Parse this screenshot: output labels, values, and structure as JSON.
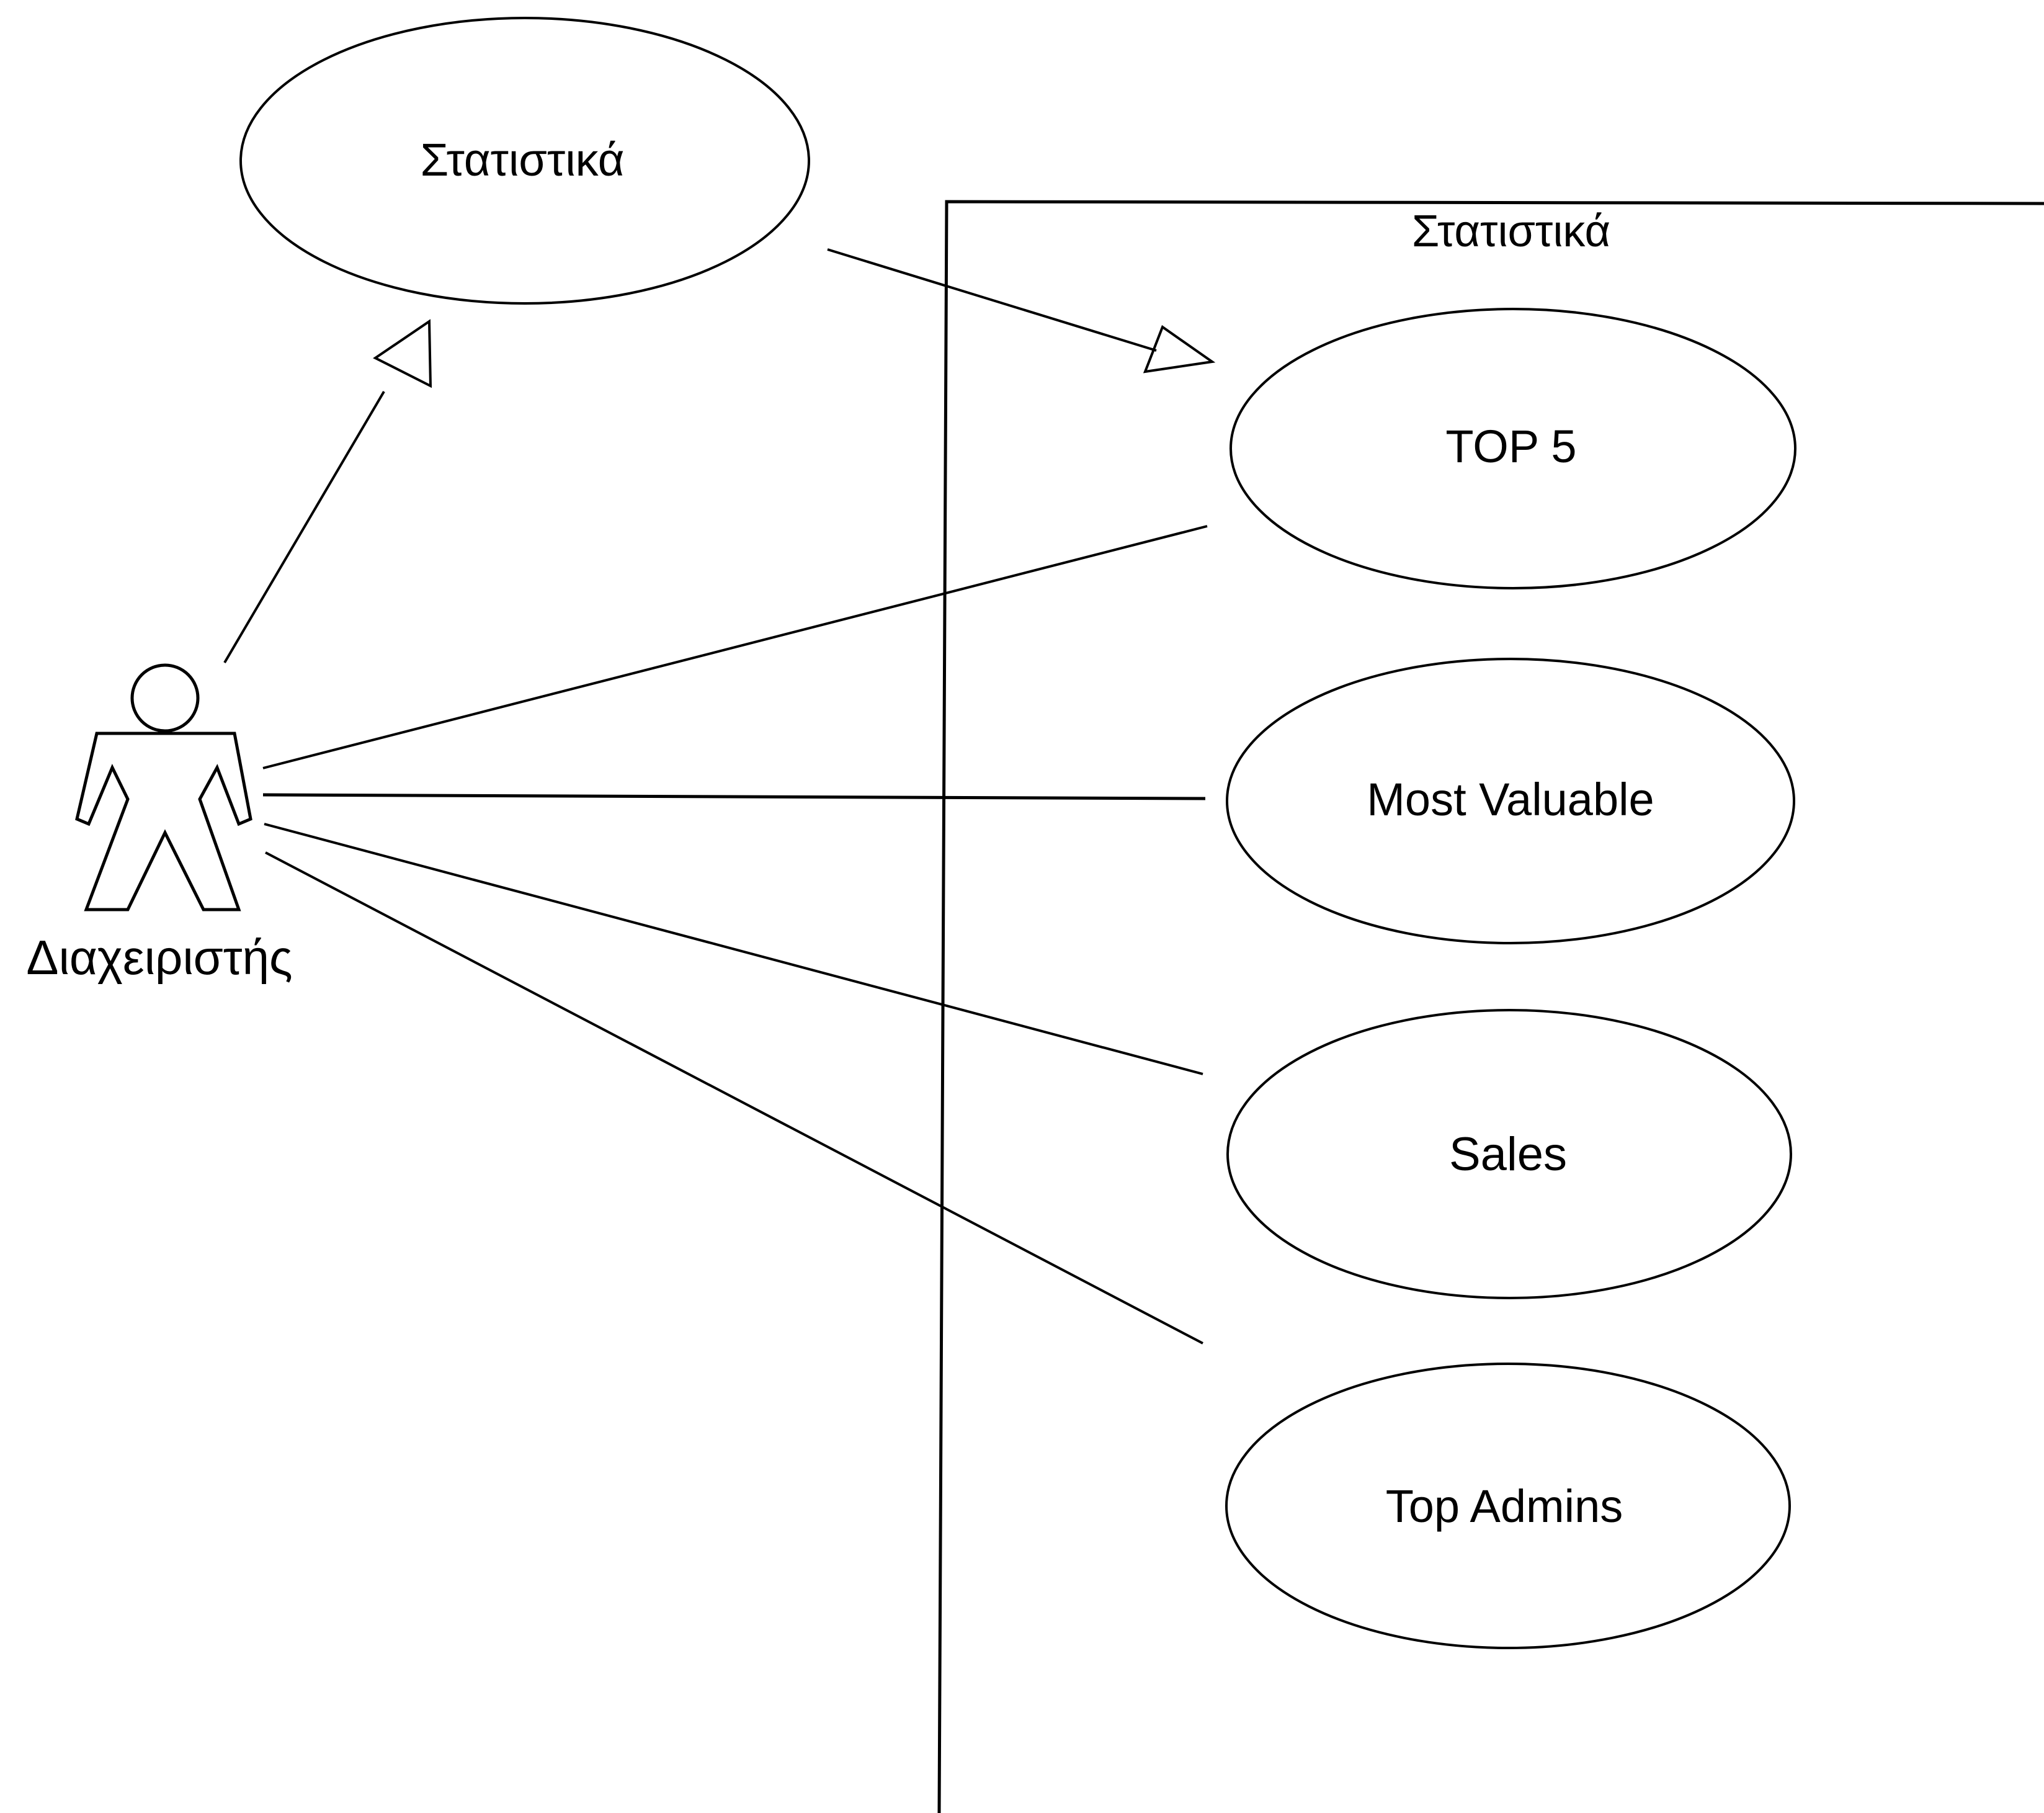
{
  "diagram": {
    "general_use_case": {
      "label": "Στατιστικά"
    },
    "system_boundary": {
      "title": "Στατιστικά"
    },
    "actor": {
      "label": "Διαχειριστής"
    },
    "use_cases": [
      {
        "label": "TOP 5"
      },
      {
        "label": "Most Valuable"
      },
      {
        "label": "Sales"
      },
      {
        "label": "Top Admins"
      }
    ],
    "colors": {
      "background": "#ffffff",
      "line": "#000000",
      "text": "#000000"
    }
  }
}
